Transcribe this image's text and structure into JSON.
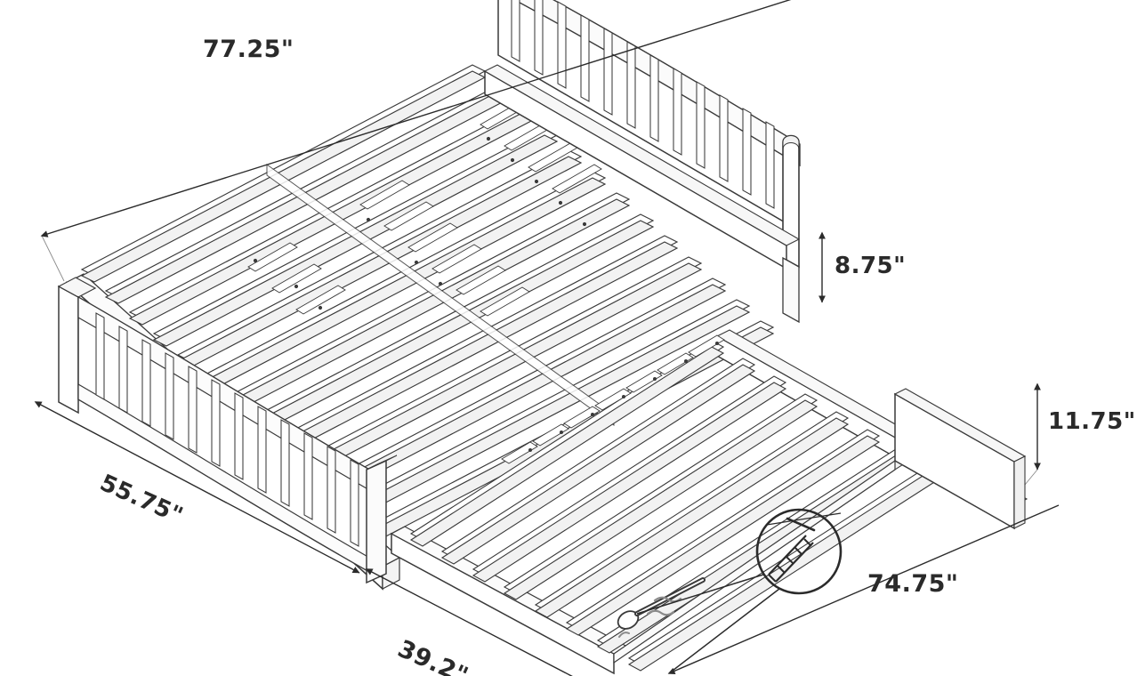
{
  "drawing": {
    "title": "Trundle Bed Dimensioned Isometric Drawing",
    "subject": "platform bed with pull-out trundle",
    "view": "isometric line drawing",
    "units": "inches",
    "line_color": "#3a3a3a",
    "fill_color": "#ffffff",
    "text_color": "#2a2a2a",
    "background": "#ffffff"
  },
  "dimensions": {
    "overall_length": "77.25\"",
    "headboard_to_rail_clearance": "8.75\"",
    "trundle_height": "11.75\"",
    "overall_width": "55.75\"",
    "trundle_length": "74.75\"",
    "trundle_width": "39.2\""
  },
  "callout": {
    "detail_label": "caster-detail-circle",
    "description": "enlarged circular detail of trundle roller caster"
  },
  "components": {
    "headboard": "slatted headboard panel",
    "footboard": "slatted footboard panel",
    "main_slats": "mattress support slats",
    "trundle_slats": "trundle mattress support slats",
    "trundle_end_panel": "trundle end board",
    "caster": "trundle wheel caster"
  }
}
